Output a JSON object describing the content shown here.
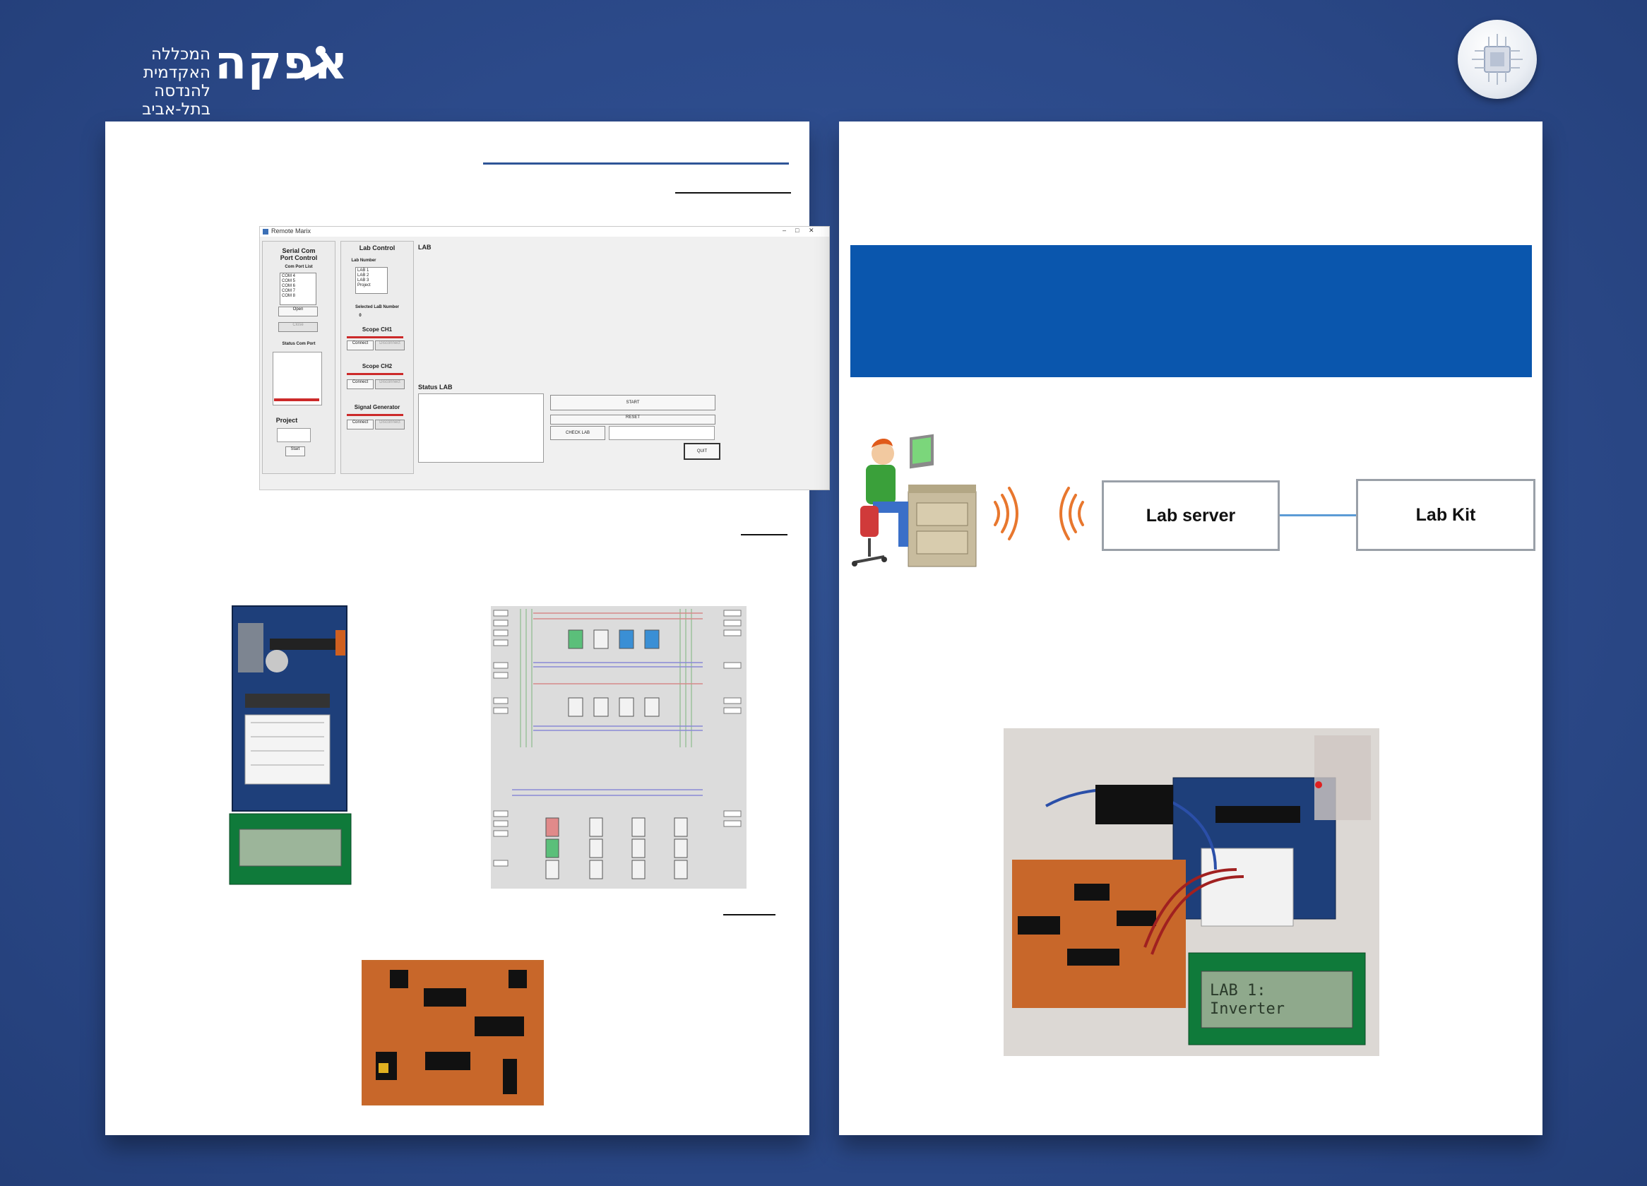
{
  "header": {
    "logo_name": "אפקה",
    "logo_sub_line1": "המכללה האקדמית",
    "logo_sub_line2": "להנדסה בתל-אביב",
    "badge_icon": "chip-icon"
  },
  "colors": {
    "background": "#2c4a8a",
    "banner": "#0a56ad",
    "wave": "#e8772e",
    "connector": "#5b9bd5"
  },
  "left_page": {
    "app_window": {
      "title": "Remote Marix",
      "serial_panel": {
        "title_line1": "Serial Com",
        "title_line2": "Port Control",
        "com_port_list_label": "Com Port List",
        "com_ports": [
          "COM 4",
          "COM 5",
          "COM 6",
          "COM 7",
          "COM 8"
        ],
        "open_button": "Open",
        "close_button": "Close",
        "status_label": "Status Com Port",
        "project_label": "Project",
        "start_button": "Start"
      },
      "lab_panel": {
        "title": "Lab Control",
        "lab_number_label": "Lab Number",
        "labs": [
          "LAB 1",
          "LAB 2",
          "LAB 3",
          "Project"
        ],
        "selected_label": "Selected LaB Number",
        "selected_value": "0",
        "scope_ch1": "Scope CH1",
        "scope_ch2": "Scope CH2",
        "signal_generator": "Signal Generator",
        "connect": "Connect",
        "disconnect": "Disconnect"
      },
      "lab_label": "LAB",
      "status_lab_label": "Status LAB",
      "start_button": "START",
      "reset_button": "RESET",
      "check_lab_button": "CHECK LAB",
      "quit_button": "QUIT"
    }
  },
  "right_page": {
    "diagram": {
      "server_label": "Lab server",
      "kit_label": "Lab Kit"
    },
    "lcd_line1": "LAB 1:",
    "lcd_line2": "Inverter"
  }
}
